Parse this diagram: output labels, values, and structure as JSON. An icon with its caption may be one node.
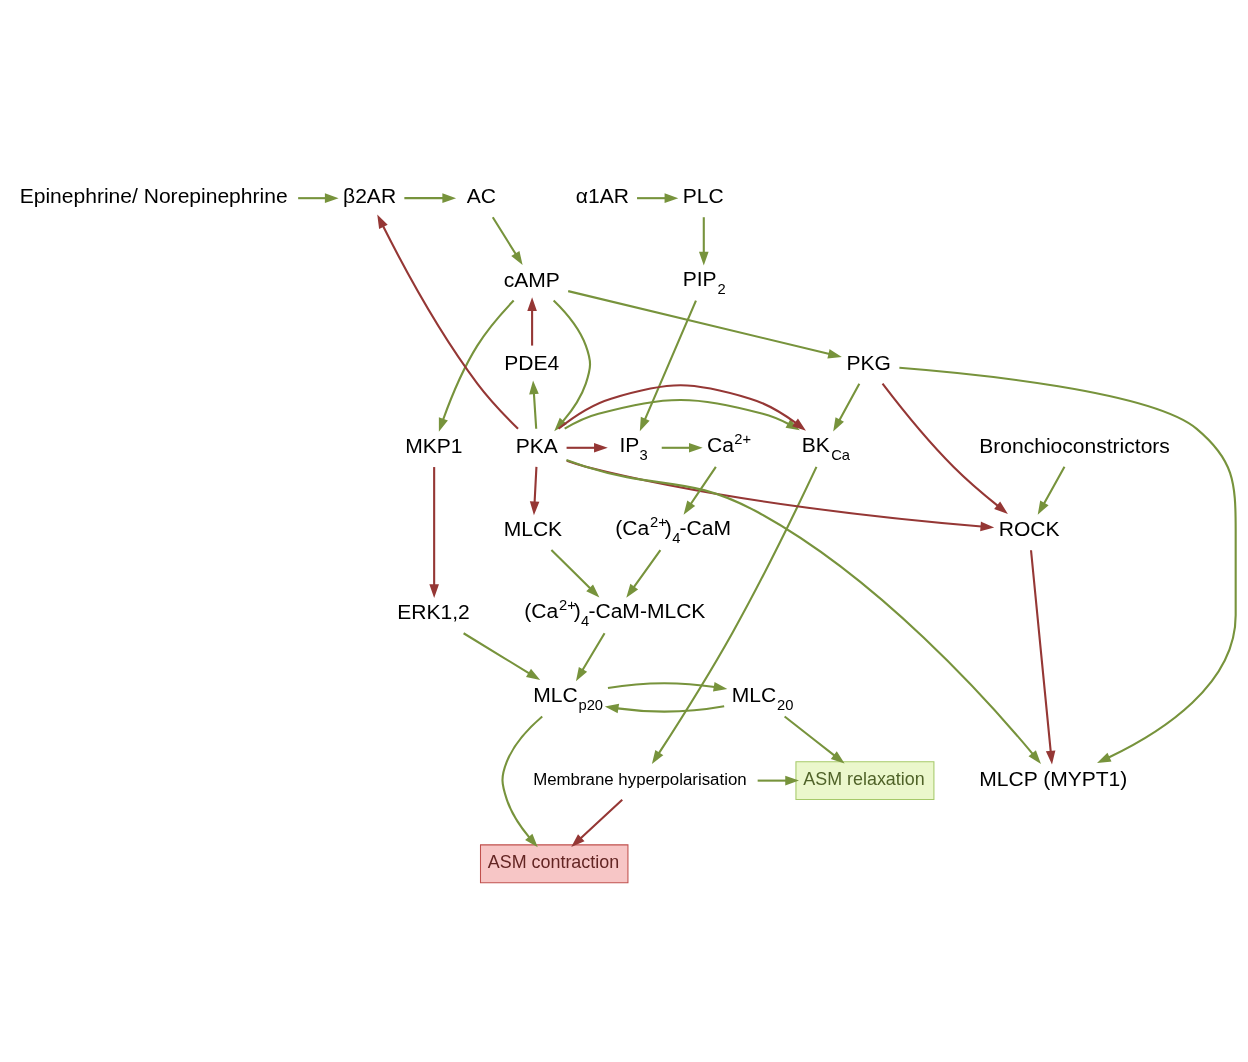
{
  "diagram": {
    "nodes": [
      {
        "text": [
          "Epinephrine/ Norepinephrine"
        ]
      },
      {
        "text": [
          "β2AR"
        ]
      },
      {
        "text": [
          "AC"
        ]
      },
      {
        "text": [
          "PLC"
        ]
      },
      {
        "text": [
          "α1AR"
        ]
      },
      {
        "text": [
          "Bronchioconstrictors"
        ]
      },
      {
        "text": [
          "cAMP"
        ]
      },
      {
        "text": [
          "PIP$_{2}$"
        ]
      },
      {
        "text": [
          "PKG"
        ]
      },
      {
        "text": [
          "PDE4"
        ]
      },
      {
        "text": [
          "MKP1"
        ]
      },
      {
        "text": [
          "BK$_{Ca}$"
        ]
      },
      {
        "text": [
          "PKA"
        ]
      },
      {
        "text": [
          "IP$_{3}$"
        ]
      },
      {
        "text": [
          "Ca$^{2+}$"
        ]
      },
      {
        "text": [
          "ERK1,2"
        ]
      },
      {
        "text": [
          "MLCK"
        ]
      },
      {
        "text": [
          "(Ca$^{2+}$)$_{4}$-CaM"
        ]
      },
      {
        "text": [
          "(Ca$^{2+}$)$_{4}$-CaM-MLCK"
        ]
      },
      {
        "text": [
          "ROCK"
        ]
      },
      {
        "text": [
          "MLC$_{20}$"
        ]
      },
      {
        "text": [
          "MLC$_{p20}$"
        ]
      },
      {
        "text": [
          "Membrane hyperpolarisation"
        ]
      },
      {
        "text": [
          "ASM relaxation"
        ]
      },
      {
        "text": [
          "MLCP (MYPT1)"
        ]
      },
      {
        "text": [
          "ASM contraction"
        ]
      }
    ],
    "edges": [
      {
        "from": 0,
        "to": 1,
        "arrow": "to"
      },
      {
        "from": 1,
        "to": 2,
        "arrow": "to"
      },
      {
        "from": 4,
        "to": 3,
        "arrow": "to"
      },
      {
        "from": 2,
        "to": 6,
        "arrow": "to"
      },
      {
        "from": 3,
        "to": 7,
        "arrow": "to"
      },
      {
        "from": 6,
        "to": 8,
        "arrow": "to"
      },
      {
        "from": 9,
        "to": 6,
        "arrow": "to",
        "color": "#953735"
      },
      {
        "from": 6,
        "to": 12,
        "arrow": "to"
      },
      {
        "from": 6,
        "to": 10,
        "arrow": "to"
      },
      {
        "from": 7,
        "to": 13,
        "arrow": "to"
      },
      {
        "from": 12,
        "to": 9,
        "arrow": "to"
      },
      {
        "from": 12,
        "to": 1,
        "arrow": "to",
        "color": "#953735"
      },
      {
        "from": 12,
        "to": 11,
        "arrow": "to"
      },
      {
        "from": 12,
        "to": 11,
        "arrow": "to",
        "color": "#953735"
      },
      {
        "from": 8,
        "to": 11,
        "arrow": "to"
      },
      {
        "from": 12,
        "to": 13,
        "arrow": "to",
        "color": "#953735"
      },
      {
        "from": 13,
        "to": 14,
        "arrow": "to"
      },
      {
        "from": 10,
        "to": 15,
        "arrow": "to",
        "color": "#953735"
      },
      {
        "from": 12,
        "to": 16,
        "arrow": "to",
        "color": "#953735"
      },
      {
        "from": 14,
        "to": 17,
        "arrow": "to"
      },
      {
        "from": 16,
        "to": 18,
        "arrow": "to"
      },
      {
        "from": 17,
        "to": 18,
        "arrow": "to"
      },
      {
        "from": 5,
        "to": 19,
        "arrow": "to"
      },
      {
        "from": 8,
        "to": 19,
        "arrow": "to",
        "color": "#953735"
      },
      {
        "from": 12,
        "to": 19,
        "arrow": "to",
        "color": "#953735"
      },
      {
        "from": 18,
        "to": 21,
        "arrow": "to"
      },
      {
        "from": 15,
        "to": 21,
        "arrow": "to"
      },
      {
        "from": 20,
        "to": 21,
        "arrow": "to"
      },
      {
        "from": 21,
        "to": 20,
        "arrow": "to"
      },
      {
        "from": 11,
        "to": 22,
        "arrow": "to"
      },
      {
        "from": 20,
        "to": 23,
        "arrow": "to"
      },
      {
        "from": 22,
        "to": 23,
        "arrow": "to"
      },
      {
        "from": 19,
        "to": 24,
        "arrow": "to",
        "color": "#953735"
      },
      {
        "from": 8,
        "to": 24,
        "arrow": "to"
      },
      {
        "from": 12,
        "to": 24,
        "arrow": "to"
      },
      {
        "from": 22,
        "to": 25,
        "arrow": "to",
        "color": "#953735"
      },
      {
        "from": 21,
        "to": 25,
        "arrow": "to"
      }
    ]
  }
}
